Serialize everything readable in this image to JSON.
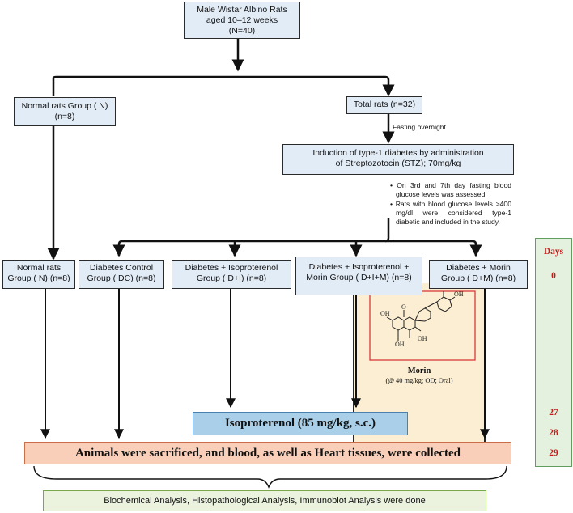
{
  "top_box": [
    "Male Wistar Albino Rats",
    "aged 10–12 weeks",
    "(N=40)"
  ],
  "normal_group_box": [
    "Normal rats Group ( N)",
    "(n=8)"
  ],
  "total_rats_box": "Total rats (n=32)",
  "fasting_label": "Fasting overnight",
  "induction_box": [
    "Induction of  type-1 diabetes by administration",
    "of Streptozotocin (STZ); 70mg/kg"
  ],
  "notes": [
    "On 3rd and 7th day fasting blood glucose levels was assessed.",
    "Rats with blood glucose levels >400 mg/dl were considered type-1 diabetic and included in the study."
  ],
  "groups": [
    [
      "Normal rats",
      "Group ( N) (n=8)"
    ],
    [
      "Diabetes Control",
      "Group ( DC) (n=8)"
    ],
    [
      "Diabetes + Isoproterenol",
      "Group ( D+I) (n=8)"
    ],
    [
      "Diabetes + Isoproterenol +",
      "Morin Group ( D+I+M) (n=8)"
    ],
    [
      "Diabetes + Morin",
      "Group ( D+M) (n=8)"
    ]
  ],
  "morin": {
    "name": "Morin",
    "dose": "(@ 40 mg/kg; OD; Oral)",
    "atom_labels": {
      "oh": "OH",
      "o": "O"
    }
  },
  "isoproterenol_box": "Isoproterenol (85 mg/kg, s.c.)",
  "sacrifice_box": "Animals were sacrificed, and blood, as well as Heart tissues, were collected",
  "analysis_box": "Biochemical Analysis,  Histopathological Analysis, Immunoblot Analysis were done",
  "days": {
    "title": "Days",
    "values": [
      "0",
      "27",
      "28",
      "29"
    ]
  },
  "colors": {
    "box_fill": "#e2ecf7",
    "morin_panel": "#fbeed2",
    "structure_border": "#d93a3a",
    "isoproterenol_fill": "#a9cfe9",
    "sacrifice_fill": "#f9cfb9",
    "analysis_fill": "#ebf3df",
    "analysis_border": "#78a848",
    "days_fill": "#e3f1de",
    "days_border": "#5f9e5f",
    "days_text": "#c41b1b"
  }
}
